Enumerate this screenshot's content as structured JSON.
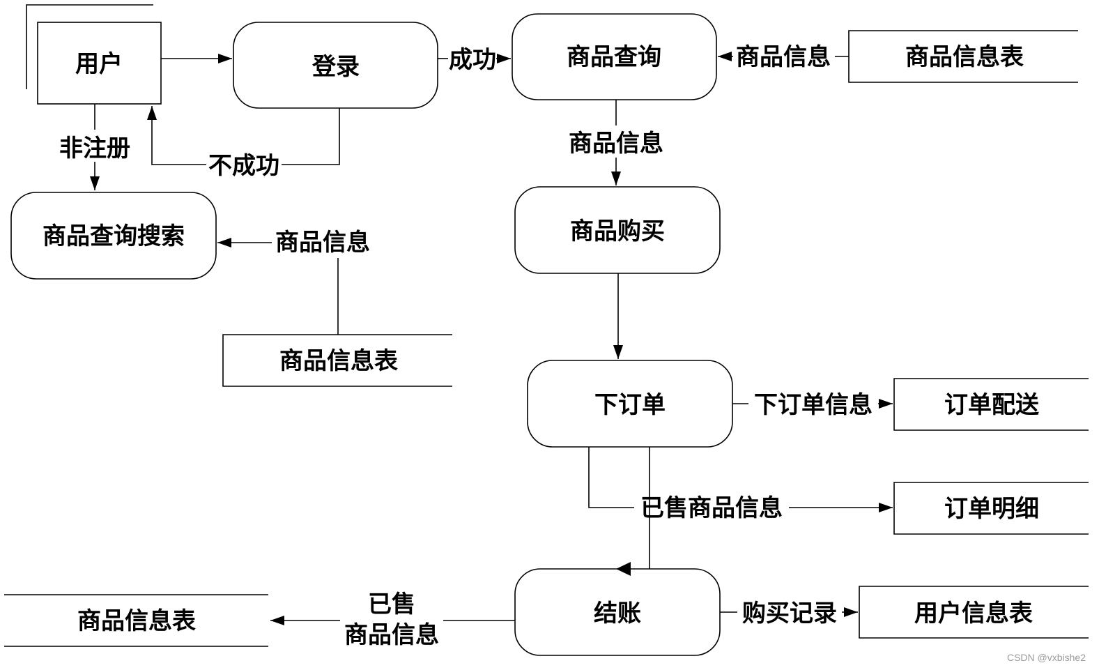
{
  "nodes": {
    "user": "用户",
    "login": "登录",
    "product_query": "商品查询",
    "product_search": "商品查询搜索",
    "product_purchase": "商品购买",
    "place_order": "下订单",
    "checkout": "结账"
  },
  "stores": {
    "product_info_table_top": "商品信息表",
    "product_info_table_mid": "商品信息表",
    "order_delivery": "订单配送",
    "order_detail": "订单明细",
    "product_info_table_bottom": "商品信息表",
    "user_info_table": "用户信息表"
  },
  "flows": {
    "success": "成功",
    "fail": "不成功",
    "unregistered": "非注册",
    "product_info_in": "商品信息",
    "product_info_down": "商品信息",
    "product_info_search": "商品信息",
    "order_info": "下订单信息",
    "sold_product_info": "已售商品信息",
    "sold_line1": "已售",
    "sold_line2": "商品信息",
    "purchase_record": "购买记录"
  },
  "watermark": "CSDN @vxbishe2"
}
